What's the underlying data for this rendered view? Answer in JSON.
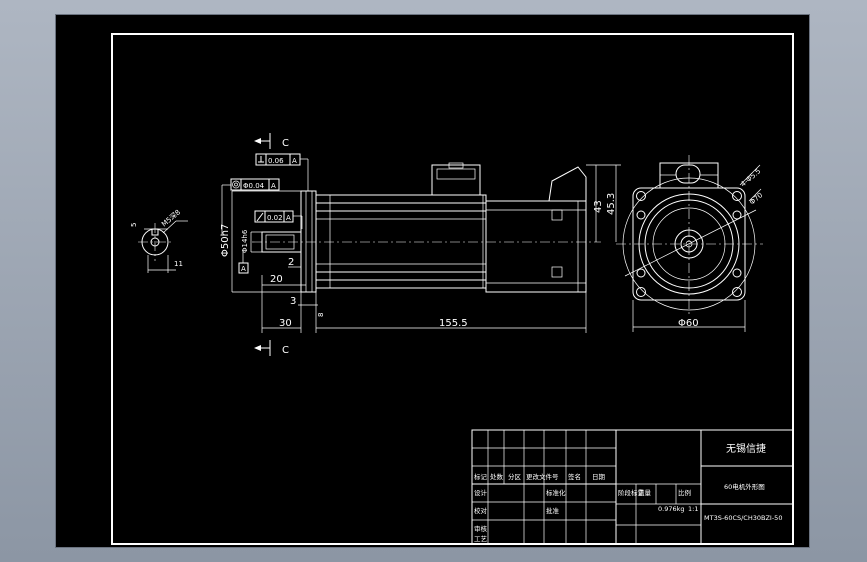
{
  "section_marks": {
    "top": "C",
    "bottom": "C"
  },
  "tolerances": {
    "perpendicularity": {
      "value": "0.06",
      "datum": "A"
    },
    "concentricity": {
      "value": "Φ0.04",
      "datum": "A"
    },
    "runout": {
      "value": "0.02",
      "datum": "A"
    },
    "datum_label": "A"
  },
  "dimensions": {
    "shaft_end_5": "5",
    "keyway": "M5深8",
    "keyway_depth": "11",
    "pilot_dia": "Φ50h7",
    "shaft_dia": "Φ14h6",
    "length_20": "20",
    "length_2": "2",
    "length_3": "3",
    "length_30": "30",
    "length_8": "8",
    "length_155_5": "155.5",
    "height_43": "43",
    "height_45_3": "45.3",
    "holes": "4-Φ5.5",
    "pcd": "Φ70",
    "flange": "Φ60"
  },
  "title_block": {
    "company": "无锡信捷",
    "drawing_name": "60电机外形图",
    "mass": "0.976kg",
    "scale": "1:1",
    "part_number": "MT3S-60CS/CH30BZI-50",
    "headers": [
      "标记",
      "处数",
      "分区",
      "更改文件号",
      "签名",
      "日期"
    ],
    "rows_left": [
      "设计",
      "校对",
      "审核",
      "工艺"
    ],
    "mid_labels": [
      "标准化",
      "批准"
    ],
    "stage_labels": [
      "阶段标记",
      "重量",
      "比例"
    ]
  }
}
